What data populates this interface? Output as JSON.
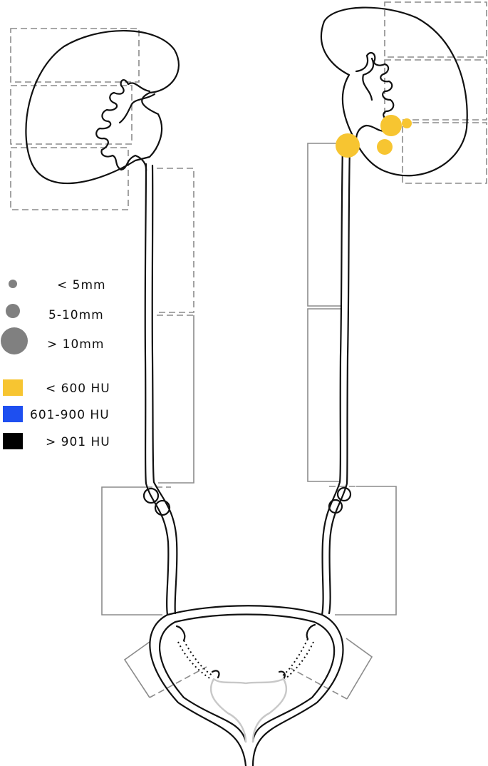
{
  "legend": {
    "size_items": [
      {
        "label": "< 5mm",
        "color": "#808080"
      },
      {
        "label": "5-10mm",
        "color": "#808080"
      },
      {
        "label": "> 10mm",
        "color": "#808080"
      }
    ],
    "density_items": [
      {
        "label": "< 600 HU",
        "color": "#f7c531"
      },
      {
        "label": "601-900 HU",
        "color": "#1e4ff0"
      },
      {
        "label": "> 901 HU",
        "color": "#000000"
      }
    ]
  },
  "colors": {
    "outline": "#111111",
    "segment_box": "#8c8c8c",
    "stone": "#f7c531",
    "urethra": "#c8c8c8"
  },
  "stones": [
    {
      "location": "left kidney pelvis",
      "size_category": "> 10mm",
      "density": "< 600 HU"
    },
    {
      "location": "left kidney middle calyx",
      "size_category": "> 10mm",
      "density": "< 600 HU"
    },
    {
      "location": "left kidney middle calyx",
      "size_category": "< 5mm",
      "density": "< 600 HU"
    },
    {
      "location": "left kidney lower calyx",
      "size_category": "5-10mm",
      "density": "< 600 HU"
    }
  ]
}
